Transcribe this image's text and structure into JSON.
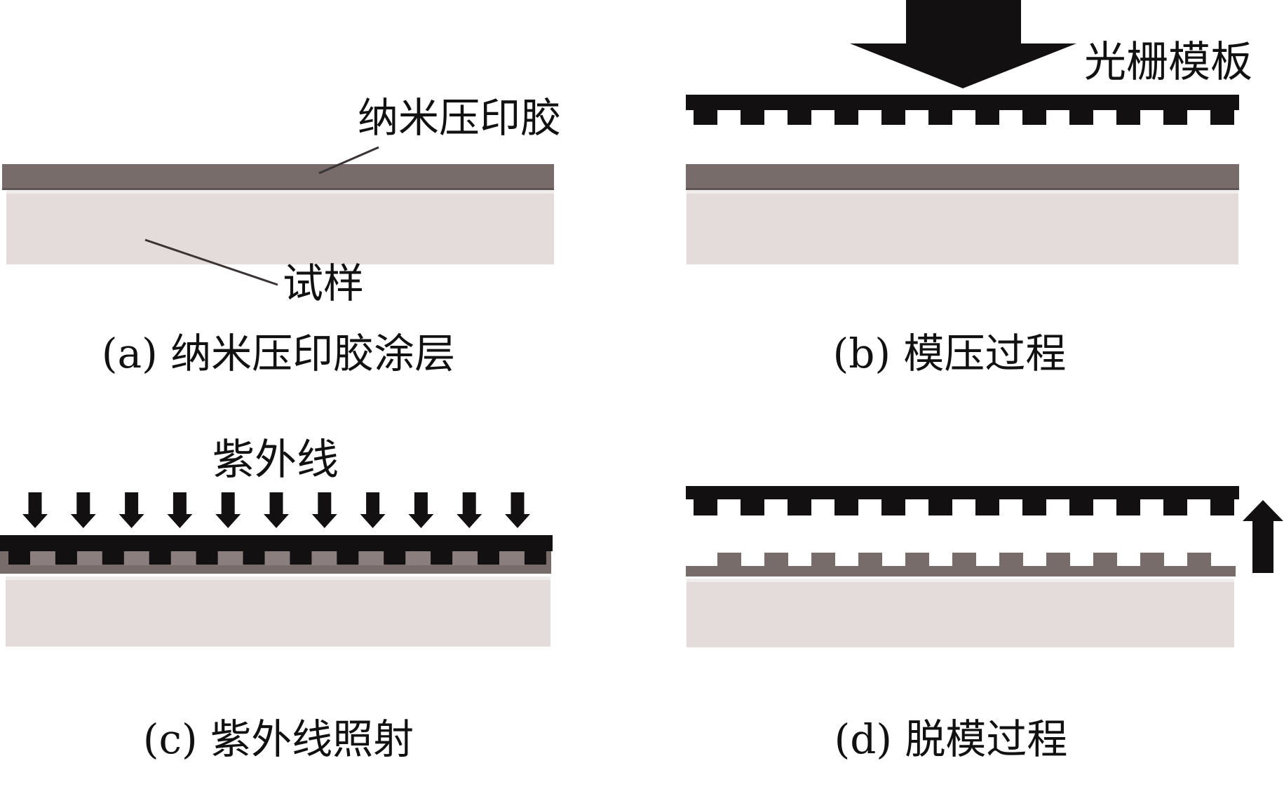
{
  "figure": {
    "colors": {
      "template": "#121010",
      "resist": "#786c6b",
      "resist_edge": "#5e5453",
      "substrate": "#e3dcdb",
      "substrate_highlight": "#f1ecec",
      "leader_line": "#3a3434"
    },
    "panels": [
      {
        "id": "a",
        "caption": "(a) 纳米压印胶涂层",
        "labels": {
          "resist": "纳米压印胶",
          "substrate": "试样"
        }
      },
      {
        "id": "b",
        "caption": "(b) 模压过程",
        "labels": {
          "template": "光栅模板"
        },
        "arrow": "down-press-arrow"
      },
      {
        "id": "c",
        "caption": "(c) 紫外线照射",
        "labels": {
          "uv": "紫外线"
        },
        "uv_arrow_count": 11
      },
      {
        "id": "d",
        "caption": "(d) 脱模过程",
        "arrow": "up-lift-arrow"
      }
    ],
    "grating_teeth_count": 12,
    "imprinted_ridges_count": 11
  }
}
